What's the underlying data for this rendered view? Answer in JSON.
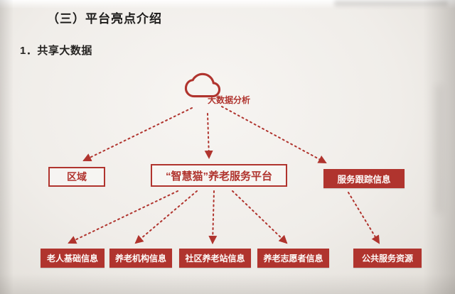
{
  "page": {
    "title": "（三）平台亮点介绍",
    "subtitle": "1．共享大数据"
  },
  "diagram": {
    "cloud_label": "大数据分析",
    "mid_nodes": [
      {
        "label": "区域",
        "style": "outline"
      },
      {
        "label": "“智慧猫”养老服务平台",
        "style": "outline"
      },
      {
        "label": "服务跟踪信息",
        "style": "filled"
      }
    ],
    "bottom_nodes": [
      {
        "label": "老人基础信息"
      },
      {
        "label": "养老机构信息"
      },
      {
        "label": "社区养老站信息"
      },
      {
        "label": "养老志愿者信息"
      },
      {
        "label": "公共服务资源"
      }
    ],
    "colors": {
      "accent": "#b0342e",
      "filled_text": "#ffffff",
      "paper": "#f0ede9"
    }
  }
}
